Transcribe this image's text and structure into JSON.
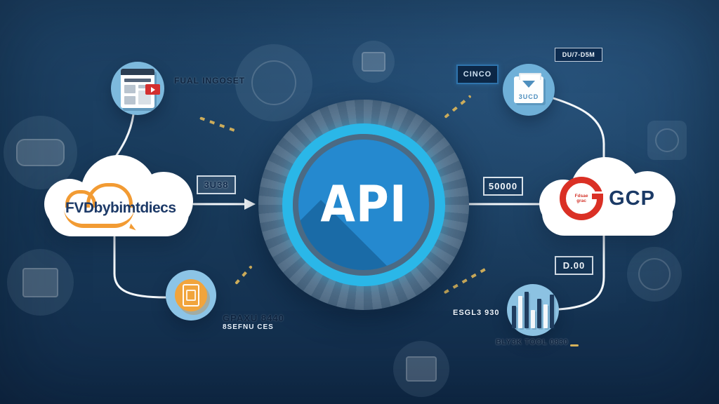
{
  "center": {
    "label": "API"
  },
  "left_cloud": {
    "brand": "FVDbybimtdiecs"
  },
  "right_cloud": {
    "brand": "GCP",
    "logo_text_line1": "Fdsae",
    "logo_text_line2": "grac"
  },
  "tags": {
    "left_box": "3U38",
    "right_box": "50000",
    "right_lower_box": "D.00",
    "top_right_box": "CINCO",
    "top_right_upper_box": "DU/7-D5M"
  },
  "labels": {
    "top_left": "FUAL INGOSET",
    "bars_left": "ESGL3 930",
    "bars_bottom": "BLY3K TOOL 0830",
    "bottom_left_line1": "GPAXU 8440",
    "bottom_left_line2": "8SEFNU CES",
    "package_icon_text": "3UCD"
  },
  "colors": {
    "accent_cyan": "#2ab7e8",
    "inner_blue": "#2589cf",
    "orange": "#f29b33",
    "red": "#da3025",
    "navy_text": "#1b3a66",
    "cloud_white": "#ffffff",
    "gold_trace": "#d6b25a"
  }
}
